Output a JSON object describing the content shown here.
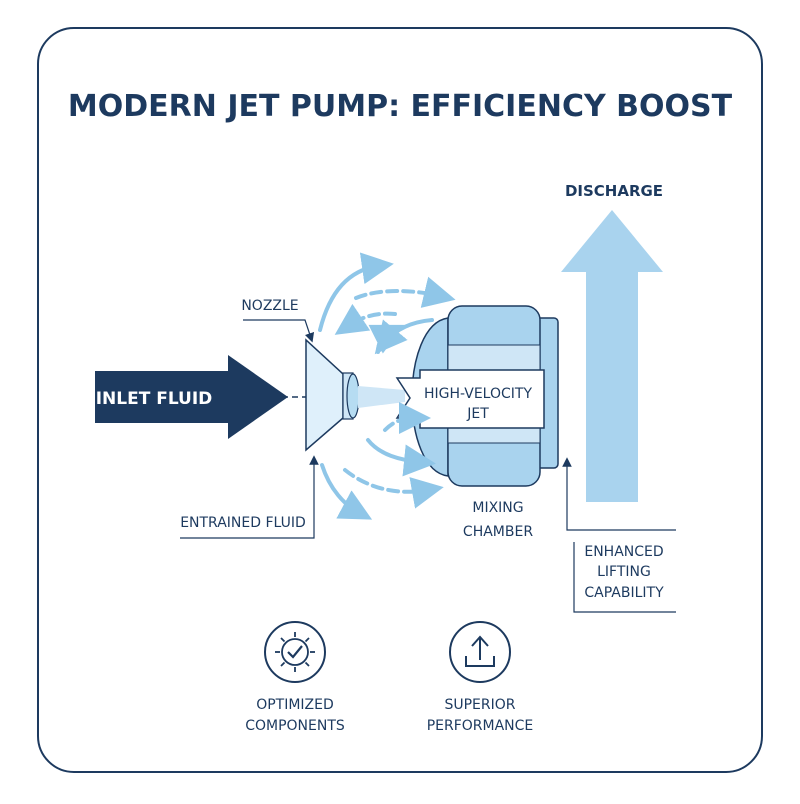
{
  "title": "MODERN JET PUMP: EFFICIENCY BOOST",
  "labels": {
    "discharge": "DISCHARGE",
    "nozzle": "NOZZLE",
    "inlet_fluid": "INLET FLUID",
    "jet_line1": "HIGH-VELOCITY",
    "jet_line2": "JET",
    "entrained_fluid": "ENTRAINED FLUID",
    "mixing_line1": "MIXING",
    "mixing_line2": "CHAMBER",
    "enhanced_line1": "ENHANCED",
    "enhanced_line2": "LIFTING",
    "enhanced_line3": "CAPABILITY"
  },
  "features": [
    {
      "icon": "gear-check-icon",
      "line1": "OPTIMIZED",
      "line2": "COMPONENTS"
    },
    {
      "icon": "upload-arrow-icon",
      "line1": "SUPERIOR",
      "line2": "PERFORMANCE"
    }
  ],
  "colors": {
    "navy": "#1d3a5f",
    "light_blue": "#a9d3ee",
    "pale_blue": "#cfe6f6",
    "accent_blue": "#7fbde3"
  }
}
